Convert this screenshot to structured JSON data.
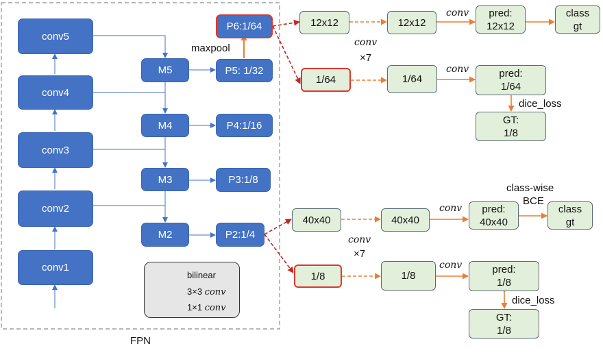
{
  "fpn": {
    "label": "FPN",
    "conv_blocks": [
      "conv5",
      "conv4",
      "conv3",
      "conv2",
      "conv1"
    ],
    "merge_blocks": [
      "M5",
      "M4",
      "M3",
      "M2"
    ],
    "pyramid_blocks": [
      "P6:1/64",
      "P5: 1/32",
      "P4:1/16",
      "P3:1/8",
      "P2:1/4"
    ],
    "maxpool_label": "maxpool"
  },
  "top_branch": {
    "class_path": [
      "12x12",
      "12x12"
    ],
    "conv_label": "conv",
    "conv_repeat": "×7",
    "pred": [
      "pred:",
      "12x12"
    ],
    "class_gt": [
      "class",
      "gt"
    ],
    "seg_path": [
      "1/64",
      "1/64"
    ],
    "seg_conv_label": "conv",
    "seg_pred": [
      "pred:",
      "1/64"
    ],
    "loss_label": "dice_loss",
    "gt": [
      "GT:",
      "1/8"
    ]
  },
  "bottom_branch": {
    "class_path": [
      "40x40",
      "40x40"
    ],
    "conv_label": "conv",
    "conv_repeat": "×7",
    "loss_title": [
      "class-wise",
      "BCE"
    ],
    "pred": [
      "pred:",
      "40x40"
    ],
    "class_gt": [
      "class",
      "gt"
    ],
    "seg_path": [
      "1/8",
      "1/8"
    ],
    "seg_conv_label": "conv",
    "seg_pred": [
      "pred:",
      "1/8"
    ],
    "loss_label": "dice_loss",
    "gt": [
      "GT:",
      "1/8"
    ]
  },
  "legend": [
    {
      "label": "bilinear",
      "style": "red-dashed"
    },
    {
      "label": "3×3 ",
      "italic": "conv",
      "style": "orange-dashed"
    },
    {
      "label": "1×1 ",
      "italic": "conv",
      "style": "orange-solid"
    }
  ],
  "colors": {
    "block_blue": "#4472c4",
    "block_green": "#e2efda",
    "highlight_red": "#e0362c",
    "arrow_blue": "#4472c4",
    "arrow_red": "#c0271d",
    "arrow_orange": "#ed7d31"
  }
}
